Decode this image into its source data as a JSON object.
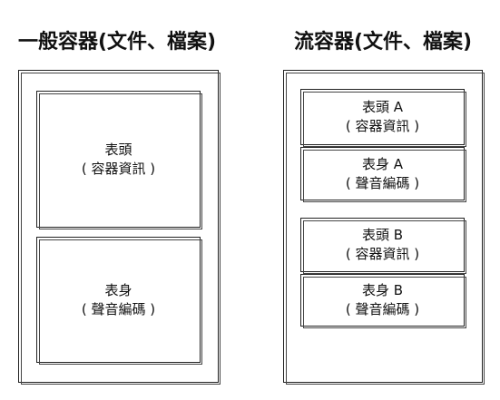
{
  "left": {
    "title": "一般容器(文件、檔案)",
    "header": {
      "line1": "表頭",
      "line2": "( 容器資訊 )"
    },
    "body": {
      "line1": "表身",
      "line2": "( 聲音編碼 )"
    }
  },
  "right": {
    "title": "流容器(文件、檔案)",
    "header_a": {
      "line1": "表頭 A",
      "line2": "( 容器資訊 )"
    },
    "body_a": {
      "line1": "表身 A",
      "line2": "( 聲音編碼 )"
    },
    "header_b": {
      "line1": "表頭 B",
      "line2": "( 容器資訊 )"
    },
    "body_b": {
      "line1": "表身 B",
      "line2": "( 聲音編碼 )"
    }
  }
}
